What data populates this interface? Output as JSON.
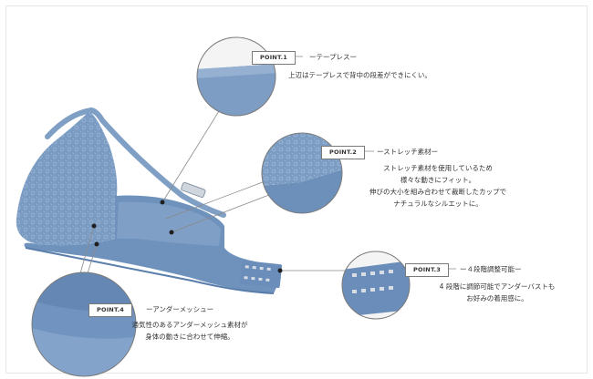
{
  "points": [
    {
      "badge": "POINT.1",
      "title": "ーテープレスー",
      "desc": [
        "上辺はテープレスで背中の段差ができにくい。"
      ]
    },
    {
      "badge": "POINT.2",
      "title": "ーストレッチ素材ー",
      "desc": [
        "ストレッチ素材を使用しているため",
        "様々な動きにフィット。",
        "伸びの大小を組み合わせて裁断したカップで",
        "ナチュラルなシルエットに。"
      ]
    },
    {
      "badge": "POINT.3",
      "title": "ー４段階調整可能ー",
      "desc": [
        "4 段階に調節可能でアンダーバストも",
        "お好みの着用感に。"
      ]
    },
    {
      "badge": "POINT.4",
      "title": "ーアンダーメッシュー",
      "desc": [
        "通気性のあるアンダーメッシュ素材が",
        "身体の動きに合わせて伸縮。"
      ]
    }
  ],
  "colors": {
    "fabric": "#7b9cc3",
    "fabric_dark": "#5f82ad",
    "fabric_light": "#a9c0dc",
    "line": "#8a8a8a"
  }
}
